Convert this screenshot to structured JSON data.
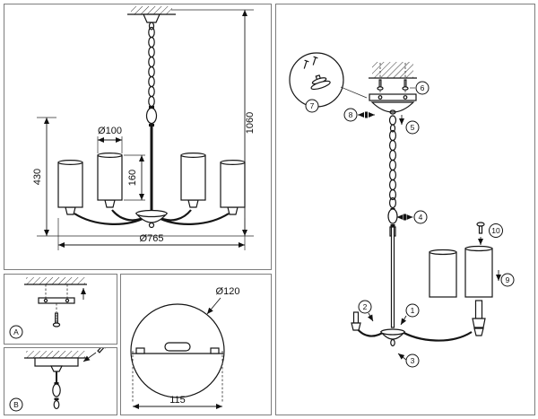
{
  "front_view": {
    "shade_diameter": "Ø100",
    "shade_height": "160",
    "body_height": "430",
    "overall_diameter": "Ø765",
    "overall_height": "1060"
  },
  "canopy_view": {
    "diameter": "Ø120",
    "mount_width": "115"
  },
  "details": {
    "a_label": "A",
    "b_label": "B"
  },
  "assembly": {
    "callouts": [
      "1",
      "2",
      "3",
      "4",
      "5",
      "6",
      "7",
      "8",
      "9",
      "10"
    ]
  }
}
